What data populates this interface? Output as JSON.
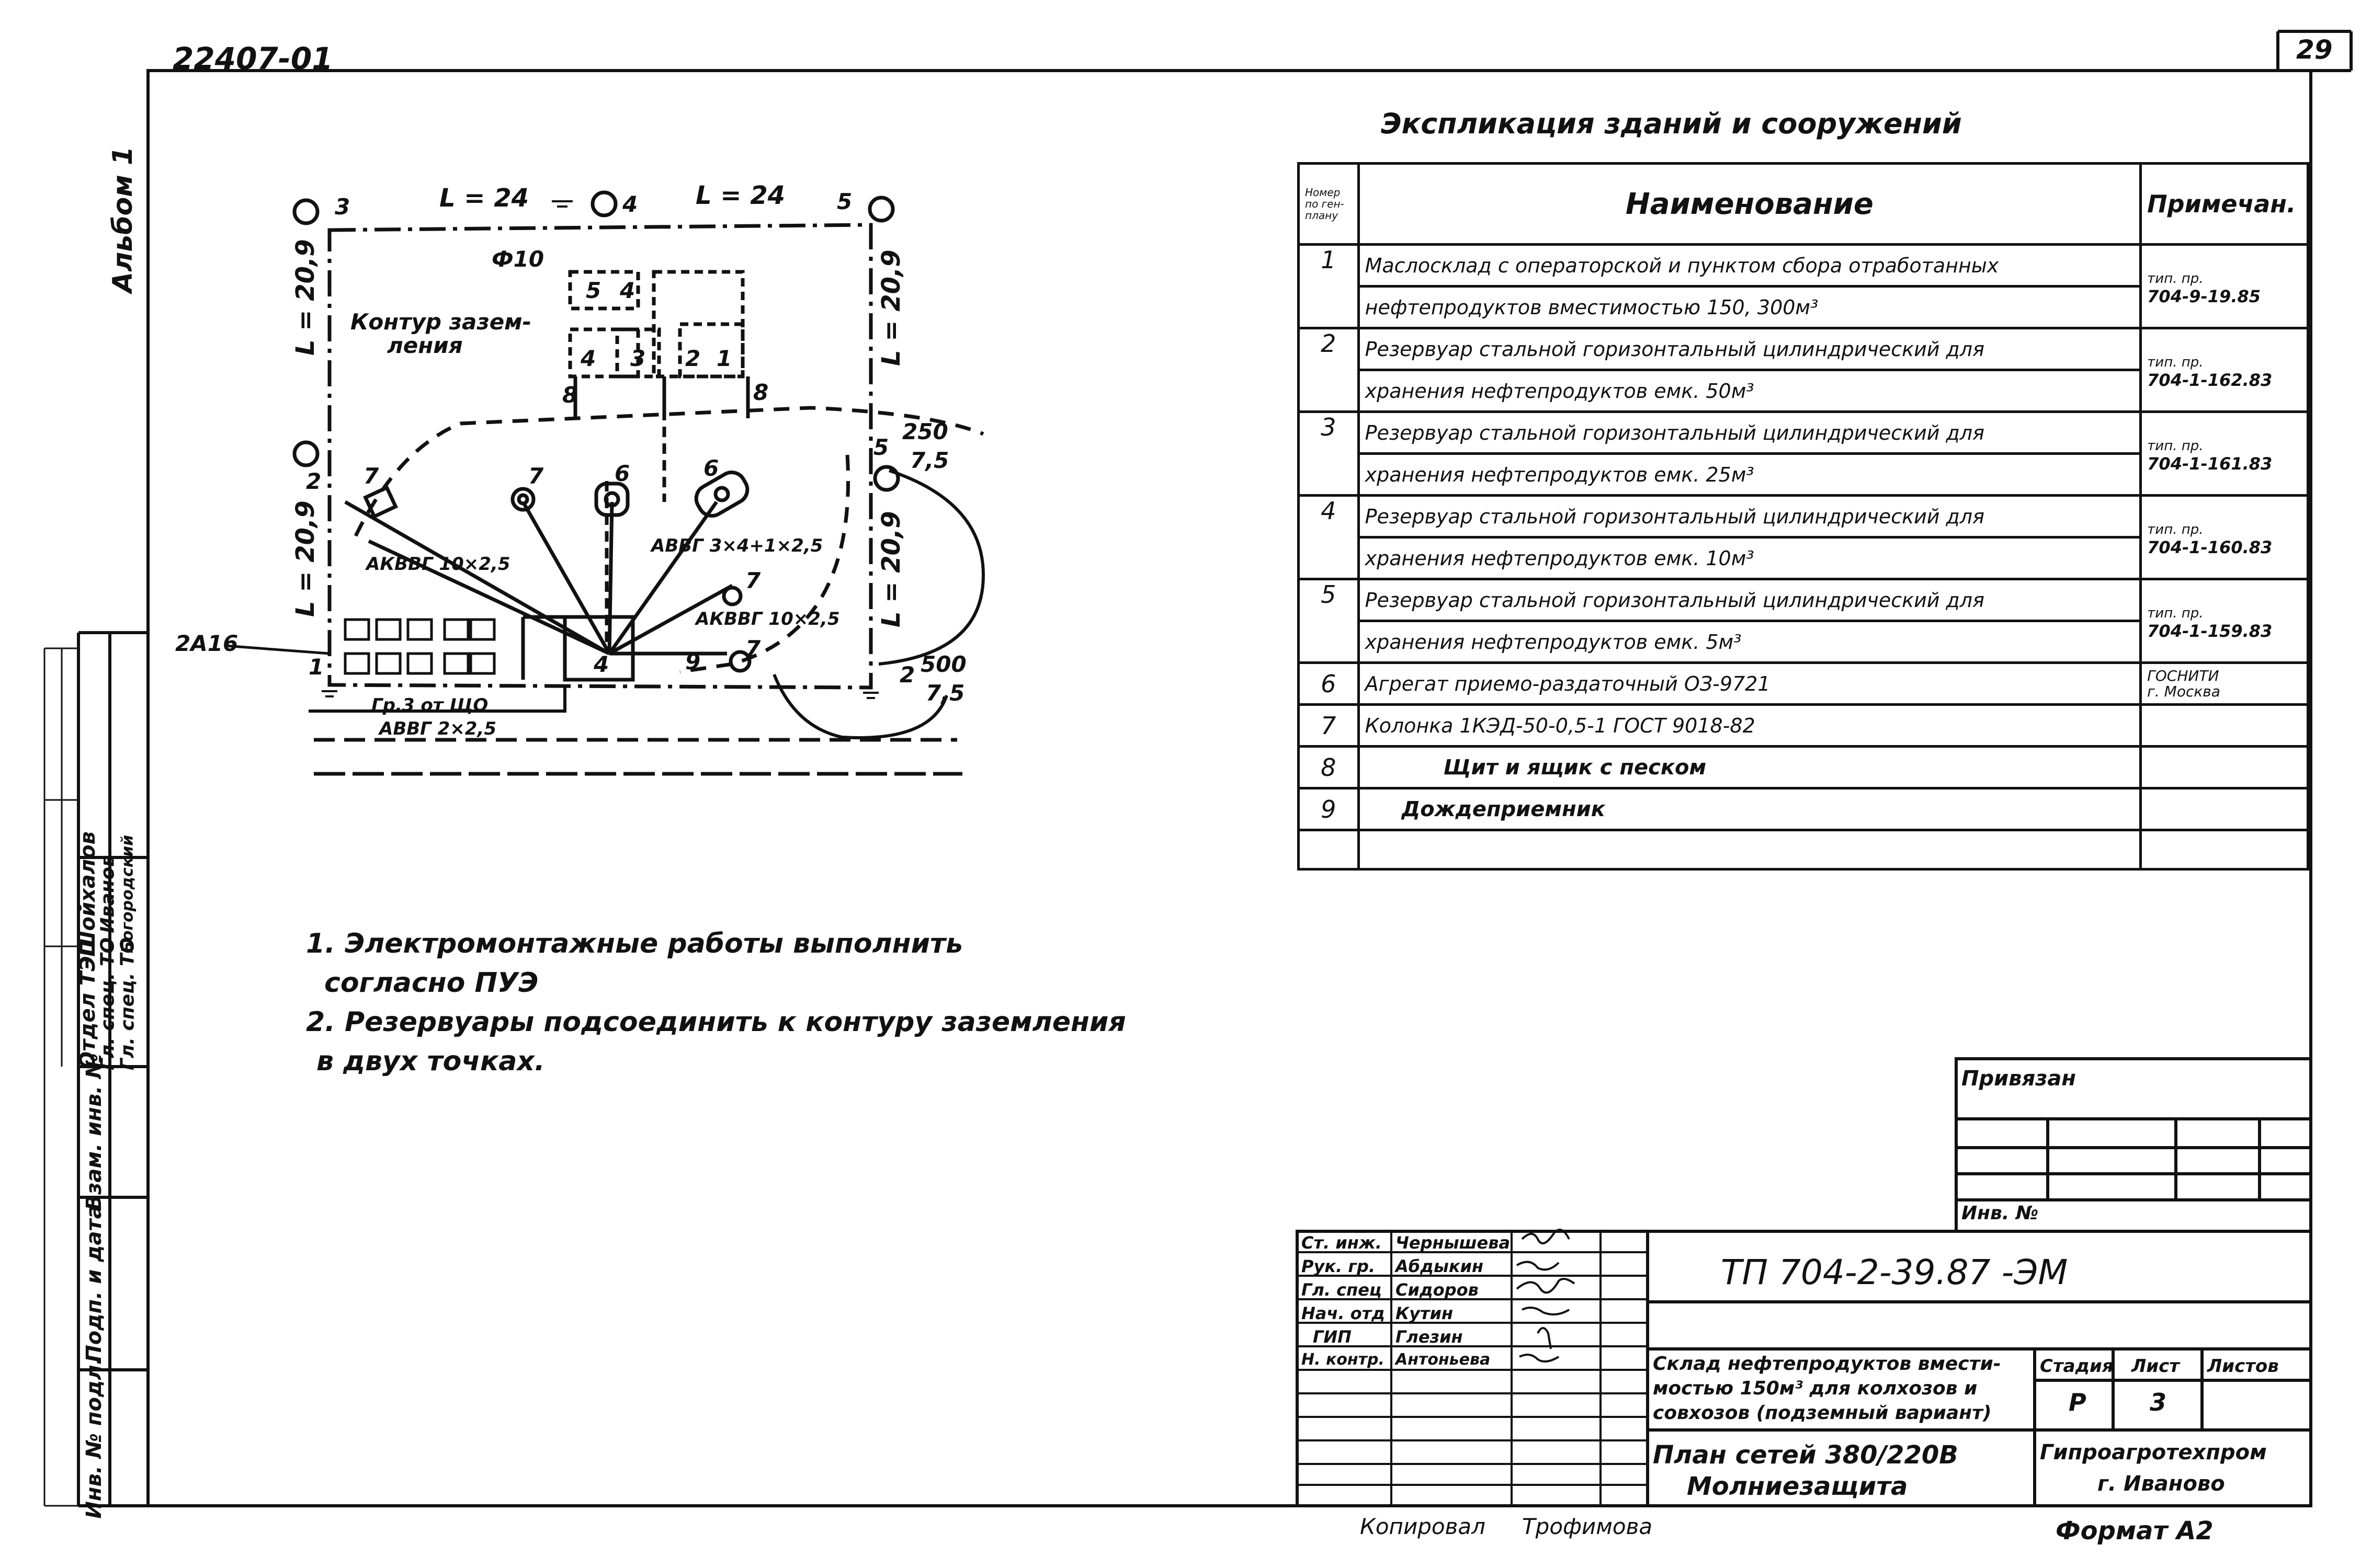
{
  "sheet": {
    "doc_number": "22407-01",
    "page_number": "29",
    "album_label": "Альбом 1",
    "copied_by": "Копировал",
    "copied_name": "Трофимова",
    "format": "Формат А2"
  },
  "plan": {
    "len_top_left": "L = 24",
    "len_top_right": "L = 24",
    "len_left_top": "L = 20,9",
    "len_left_bottom": "L = 20,9",
    "len_right_top": "L = 20,9",
    "len_right_bottom": "L = 20,9",
    "pole_labels": [
      "1",
      "2",
      "3",
      "4",
      "5",
      "5",
      "2"
    ],
    "right_frac_top": {
      "num": "250",
      "den": "7,5"
    },
    "right_frac_bottom": {
      "num": "500",
      "den": "7,5"
    },
    "dia_label": "Ф10",
    "contour_label_1": "Контур зазем-",
    "contour_label_2": "ления",
    "cable_1": "АКВВГ 10×2,5",
    "cable_2": "АВВГ 3×4+1×2,5",
    "cable_3": "АКВВГ 10×2,5",
    "cable_4": "АВВГ 2×2,5",
    "feed_label": "Гр.3 от ЩО",
    "breaker_label": "2А16",
    "item_labels": [
      "7",
      "7",
      "6",
      "6",
      "7",
      "7",
      "8",
      "8",
      "4",
      "9",
      "5",
      "4",
      "4",
      "3",
      "2",
      "1"
    ]
  },
  "explication": {
    "title": "Экспликация зданий и сооружений",
    "col_num": "Номер по ген-плану",
    "col_name": "Наименование",
    "col_note": "Примечан.",
    "rows": [
      {
        "num": "1",
        "name1": "Маслосклад с операторской и пунктом сбора отработанных",
        "name2": "нефтепродуктов вместимостью 150, 300м³",
        "note1": "тип. пр.",
        "note2": "704-9-19.85"
      },
      {
        "num": "2",
        "name1": "Резервуар стальной горизонтальный цилиндрический для",
        "name2": "хранения нефтепродуктов емк. 50м³",
        "note1": "тип. пр.",
        "note2": "704-1-162.83"
      },
      {
        "num": "3",
        "name1": "Резервуар стальной горизонтальный цилиндрический для",
        "name2": "хранения нефтепродуктов емк. 25м³",
        "note1": "тип. пр.",
        "note2": "704-1-161.83"
      },
      {
        "num": "4",
        "name1": "Резервуар стальной горизонтальный цилиндрический для",
        "name2": "хранения нефтепродуктов емк. 10м³",
        "note1": "тип. пр.",
        "note2": "704-1-160.83"
      },
      {
        "num": "5",
        "name1": "Резервуар стальной горизонтальный цилиндрический для",
        "name2": "хранения нефтепродуктов емк. 5м³",
        "note1": "тип. пр.",
        "note2": "704-1-159.83"
      },
      {
        "num": "6",
        "name1": "Агрегат приемо-раздаточный ОЗ-9721",
        "name2": "",
        "note1": "ГОСНИТИ",
        "note2": "г. Москва"
      },
      {
        "num": "7",
        "name1": "Колонка 1КЭД-50-0,5-1 ГОСТ 9018-82",
        "name2": "",
        "note1": "",
        "note2": ""
      },
      {
        "num": "8",
        "name1": "Щит и ящик с песком",
        "name2": "",
        "note1": "",
        "note2": ""
      },
      {
        "num": "9",
        "name1": "Дождеприемник",
        "name2": "",
        "note1": "",
        "note2": ""
      }
    ]
  },
  "notes": {
    "line1": "1. Электромонтажные работы выполнить",
    "line2": "согласно ПУЭ",
    "line3": "2. Резервуары подсоединить к контуру заземления",
    "line4": "в двух точках."
  },
  "stamp": {
    "binding": "Привязан",
    "inv_no": "Инв. №",
    "code": "ТП 704-2-39.87   -ЭМ",
    "roles": [
      {
        "role": "Ст. инж.",
        "name": "Чернышева"
      },
      {
        "role": "Рук. гр.",
        "name": "Абдыкин"
      },
      {
        "role": "Гл. спец",
        "name": "Сидоров"
      },
      {
        "role": "Нач. отд",
        "name": "Кутин"
      },
      {
        "role": "ГИП",
        "name": "Глезин"
      },
      {
        "role": "Н. контр.",
        "name": "Антоньева"
      }
    ],
    "project_title_1": "Склад нефтепродуктов вмести-",
    "project_title_2": "мостью 150м³ для колхозов и",
    "project_title_3": "совхозов (подземный вариант)",
    "stage_label": "Стадия",
    "sheet_label": "Лист",
    "sheets_label": "Листов",
    "stage_value": "Р",
    "sheet_value": "3",
    "drawing_title_1": "План сетей 380/220В",
    "drawing_title_2": "Молниезащита",
    "org_1": "Гипроагротехпром",
    "org_2": "г. Иваново"
  },
  "left_strip": {
    "rows": [
      {
        "dept": "Отдел ТЭП",
        "name": "Шойхалов"
      },
      {
        "dept": "Гл. спец. ТО",
        "name": "Иванов"
      },
      {
        "dept": "Гл. спец. ТО",
        "name": "Богородский"
      }
    ],
    "vzam": "Взам. инв. №",
    "podp": "Подп. и дата",
    "inv_podl": "Инв. № подл."
  }
}
